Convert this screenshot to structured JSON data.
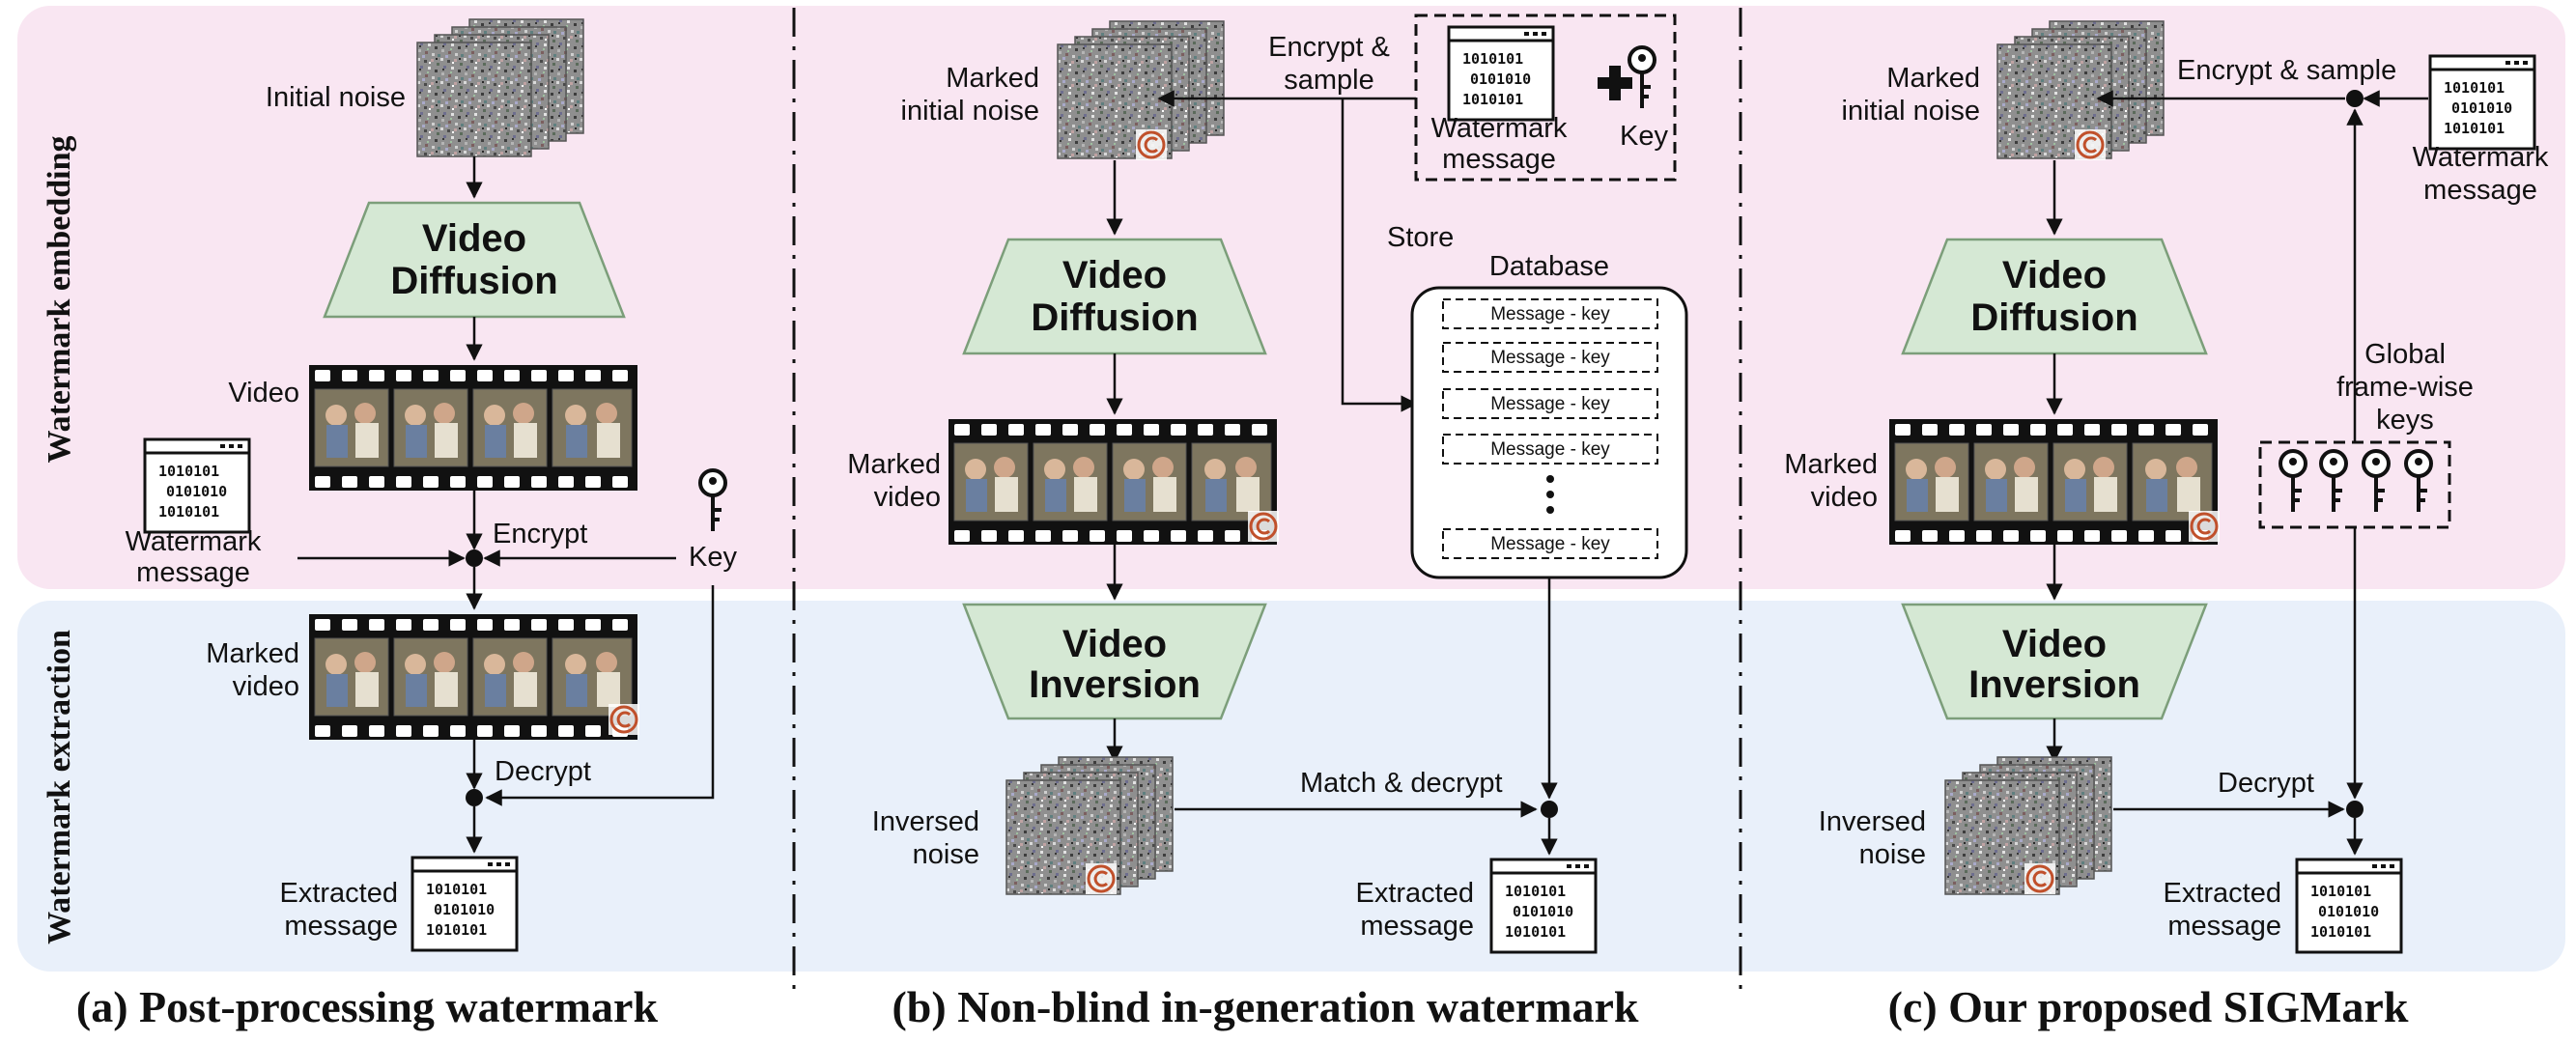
{
  "rows": {
    "embedding": "Watermark embedding",
    "extraction": "Watermark extraction"
  },
  "captions": {
    "a": "(a) Post-processing watermark",
    "b": "(b) Non-blind in-generation watermark",
    "c": "(c) Our proposed SIGMark"
  },
  "panel_a": {
    "initial_noise": "Initial noise",
    "diffusion_l1": "Video",
    "diffusion_l2": "Diffusion",
    "video": "Video",
    "wm_message_l1": "Watermark",
    "wm_message_l2": "message",
    "encrypt": "Encrypt",
    "key": "Key",
    "marked_video_l1": "Marked",
    "marked_video_l2": "video",
    "decrypt": "Decrypt",
    "extracted_l1": "Extracted",
    "extracted_l2": "message"
  },
  "panel_b": {
    "marked_noise_l1": "Marked",
    "marked_noise_l2": "initial noise",
    "encrypt_sample_l1": "Encrypt &",
    "encrypt_sample_l2": "sample",
    "wm_message_l1": "Watermark",
    "wm_message_l2": "message",
    "key": "Key",
    "store": "Store",
    "database": "Database",
    "db_items": [
      "Message - key",
      "Message - key",
      "Message - key",
      "Message - key",
      "Message - key"
    ],
    "diffusion_l1": "Video",
    "diffusion_l2": "Diffusion",
    "marked_video_l1": "Marked",
    "marked_video_l2": "video",
    "inversion_l1": "Video",
    "inversion_l2": "Inversion",
    "inversed_l1": "Inversed",
    "inversed_l2": "noise",
    "match_decrypt": "Match & decrypt",
    "extracted_l1": "Extracted",
    "extracted_l2": "message"
  },
  "panel_c": {
    "marked_noise_l1": "Marked",
    "marked_noise_l2": "initial noise",
    "encrypt_sample": "Encrypt & sample",
    "wm_message_l1": "Watermark",
    "wm_message_l2": "message",
    "diffusion_l1": "Video",
    "diffusion_l2": "Diffusion",
    "global_keys_l1": "Global",
    "global_keys_l2": "frame-wise",
    "global_keys_l3": "keys",
    "marked_video_l1": "Marked",
    "marked_video_l2": "video",
    "inversion_l1": "Video",
    "inversion_l2": "Inversion",
    "inversed_l1": "Inversed",
    "inversed_l2": "noise",
    "decrypt": "Decrypt",
    "extracted_l1": "Extracted",
    "extracted_l2": "message"
  },
  "binary_code": [
    "1010101",
    "0101010",
    "1010101"
  ],
  "colors": {
    "embedding_bg": "#f9e6f2",
    "extraction_bg": "#e9f0fa",
    "block_fill": "#d5e8d4",
    "block_stroke": "#7c9e7a",
    "copyright": "#c0502b"
  }
}
